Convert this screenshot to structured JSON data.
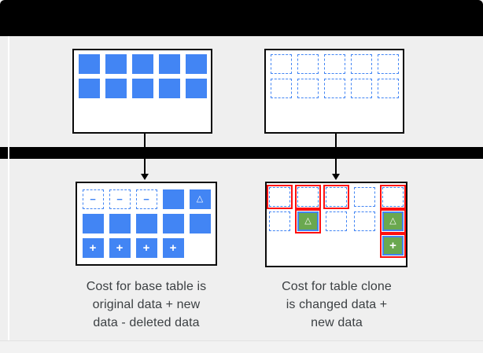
{
  "colors": {
    "blue": "#4285f4",
    "green": "#6aa84f",
    "red": "#ff0f0f",
    "black": "#000000",
    "bg": "#efefef",
    "text": "#3c4043"
  },
  "symbols": {
    "minus": "−",
    "plus": "+",
    "triangle": "△"
  },
  "boxes": {
    "base_before": {
      "rows": [
        [
          "solid",
          "solid",
          "solid",
          "solid",
          "solid"
        ],
        [
          "solid",
          "solid",
          "solid",
          "solid",
          "solid"
        ]
      ]
    },
    "clone_before": {
      "rows": [
        [
          "dashed",
          "dashed",
          "dashed",
          "dashed",
          "dashed"
        ],
        [
          "dashed",
          "dashed",
          "dashed",
          "dashed",
          "dashed"
        ]
      ]
    },
    "base_after": {
      "rows": [
        [
          "dashed-minus",
          "dashed-minus",
          "dashed-minus",
          "solid",
          "solid-triangle"
        ],
        [
          "solid",
          "solid",
          "solid",
          "solid",
          "solid"
        ],
        [
          "solid-plus",
          "solid-plus",
          "solid-plus",
          "solid-plus",
          "empty"
        ]
      ]
    },
    "clone_after": {
      "rows": [
        [
          "dashed-red",
          "dashed-red",
          "dashed-red",
          "dashed",
          "dashed-red"
        ],
        [
          "dashed",
          "green-triangle-red",
          "dashed",
          "dashed",
          "green-triangle-red"
        ],
        [
          "empty",
          "empty",
          "empty",
          "empty",
          "green-plus-red"
        ]
      ]
    }
  },
  "captions": {
    "base_table": "Cost for base table is\noriginal data + new\ndata - deleted data",
    "table_clone": "Cost for table clone\nis changed data +\nnew data"
  }
}
